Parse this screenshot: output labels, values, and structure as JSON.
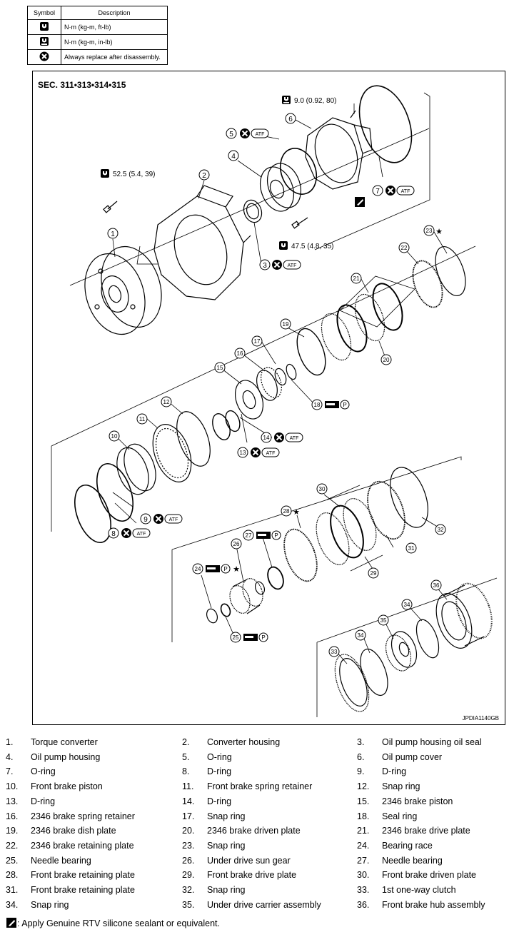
{
  "legend": {
    "header_symbol": "Symbol",
    "header_description": "Description",
    "rows": [
      {
        "icon": "torque-wrench-ftlb-icon",
        "text": "N·m (kg-m, ft-lb)"
      },
      {
        "icon": "torque-wrench-inlb-icon",
        "text": "N·m (kg-m, in-lb)"
      },
      {
        "icon": "always-replace-icon",
        "text": "Always replace after disassembly."
      }
    ]
  },
  "diagram": {
    "section": "SEC. 311•313•314•315",
    "figure_id": "JPDIA1140GB",
    "torques": {
      "housing_bolt": "52.5 (5.4, 39)",
      "pump_bolt": "47.5 (4.8, 35)",
      "cover_bolt": "9.0 (0.92, 80)"
    },
    "atf": "ATF",
    "petroleum": "P",
    "star": "★"
  },
  "parts": [
    {
      "num": "1.",
      "name": "Torque converter"
    },
    {
      "num": "2.",
      "name": "Converter housing"
    },
    {
      "num": "3.",
      "name": "Oil pump housing oil seal"
    },
    {
      "num": "4.",
      "name": "Oil pump housing"
    },
    {
      "num": "5.",
      "name": "O-ring"
    },
    {
      "num": "6.",
      "name": "Oil pump cover"
    },
    {
      "num": "7.",
      "name": "O-ring"
    },
    {
      "num": "8.",
      "name": "D-ring"
    },
    {
      "num": "9.",
      "name": "D-ring"
    },
    {
      "num": "10.",
      "name": "Front brake piston"
    },
    {
      "num": "11.",
      "name": "Front brake spring retainer"
    },
    {
      "num": "12.",
      "name": "Snap ring"
    },
    {
      "num": "13.",
      "name": "D-ring"
    },
    {
      "num": "14.",
      "name": "D-ring"
    },
    {
      "num": "15.",
      "name": "2346 brake piston"
    },
    {
      "num": "16.",
      "name": "2346 brake spring retainer"
    },
    {
      "num": "17.",
      "name": "Snap ring"
    },
    {
      "num": "18.",
      "name": "Seal ring"
    },
    {
      "num": "19.",
      "name": "2346 brake dish plate"
    },
    {
      "num": "20.",
      "name": "2346 brake driven plate"
    },
    {
      "num": "21.",
      "name": "2346 brake drive plate"
    },
    {
      "num": "22.",
      "name": "2346 brake retaining plate"
    },
    {
      "num": "23.",
      "name": "Snap ring"
    },
    {
      "num": "24.",
      "name": "Bearing race"
    },
    {
      "num": "25.",
      "name": "Needle bearing"
    },
    {
      "num": "26.",
      "name": "Under drive sun gear"
    },
    {
      "num": "27.",
      "name": "Needle bearing"
    },
    {
      "num": "28.",
      "name": "Front brake retaining plate"
    },
    {
      "num": "29.",
      "name": "Front brake drive plate"
    },
    {
      "num": "30.",
      "name": "Front brake driven plate"
    },
    {
      "num": "31.",
      "name": "Front brake retaining plate"
    },
    {
      "num": "32.",
      "name": "Snap ring"
    },
    {
      "num": "33.",
      "name": "1st one-way clutch"
    },
    {
      "num": "34.",
      "name": "Snap ring"
    },
    {
      "num": "35.",
      "name": "Under drive carrier assembly"
    },
    {
      "num": "36.",
      "name": "Front brake hub assembly"
    }
  ],
  "note": ": Apply Genuine RTV silicone sealant or equivalent."
}
